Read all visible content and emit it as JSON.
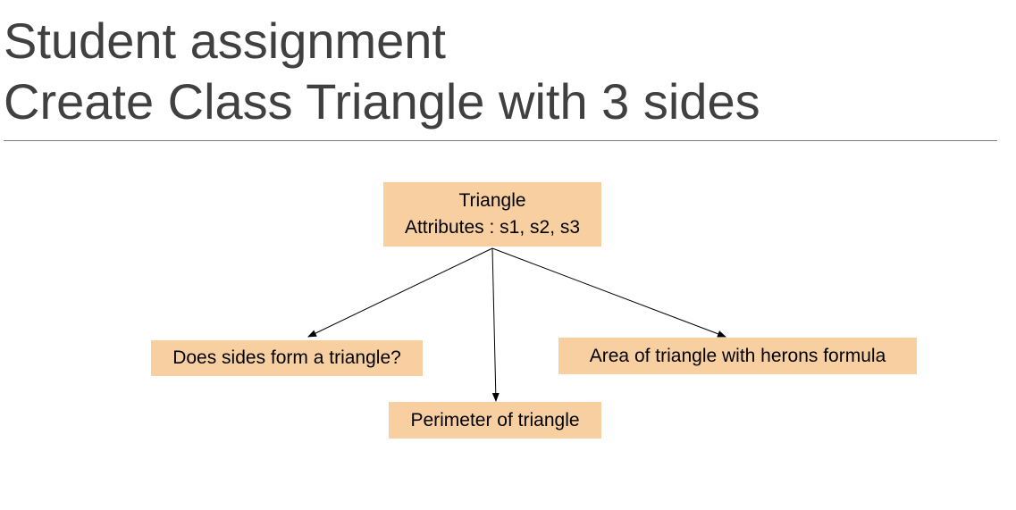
{
  "slide": {
    "title_line1": "Student assignment",
    "title_line2": "Create Class Triangle with 3 sides"
  },
  "diagram": {
    "root": {
      "line1": "Triangle",
      "line2": "Attributes : s1, s2, s3"
    },
    "children": [
      "Does sides form a triangle?",
      "Perimeter of triangle",
      "Area of triangle with herons formula"
    ]
  },
  "colors": {
    "node_fill": "#f7cfa1",
    "title_text": "#404040",
    "divider": "#808080",
    "connector": "#000000"
  }
}
